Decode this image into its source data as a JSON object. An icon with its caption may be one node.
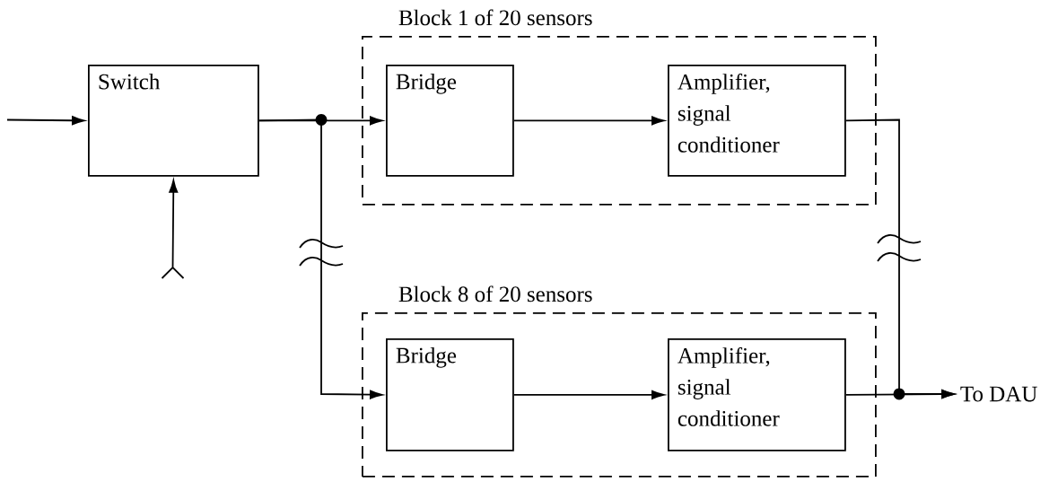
{
  "diagram": {
    "nodes": [
      {
        "text": [
          "Switch"
        ]
      },
      {
        "text": [
          "Block 1 of 20 sensors"
        ]
      },
      {
        "text": [
          "Bridge"
        ],
        "in": 1
      },
      {
        "text": [
          "Amplifier, signal conditioner"
        ],
        "in": 1
      },
      {
        "text": [
          "Block 8 of 20 sensors"
        ]
      },
      {
        "text": [
          "Bridge"
        ],
        "in": 4
      },
      {
        "text": [
          "Amplifier, signal conditioner"
        ],
        "in": 4
      },
      {
        "text": [
          "To DAU"
        ]
      }
    ],
    "edges": [
      {
        "from": null,
        "to": 0,
        "arrow": "to"
      },
      {
        "from": null,
        "to": 0,
        "arrow": "to"
      },
      {
        "from": 0,
        "to": 2,
        "arrow": "to"
      },
      {
        "from": 0,
        "to": 5,
        "arrow": "to"
      },
      {
        "from": 2,
        "to": 3,
        "arrow": "to"
      },
      {
        "from": 5,
        "to": 6,
        "arrow": "to"
      },
      {
        "from": 3,
        "to": 7,
        "arrow": "to"
      },
      {
        "from": 6,
        "to": 7,
        "arrow": "to"
      }
    ]
  }
}
